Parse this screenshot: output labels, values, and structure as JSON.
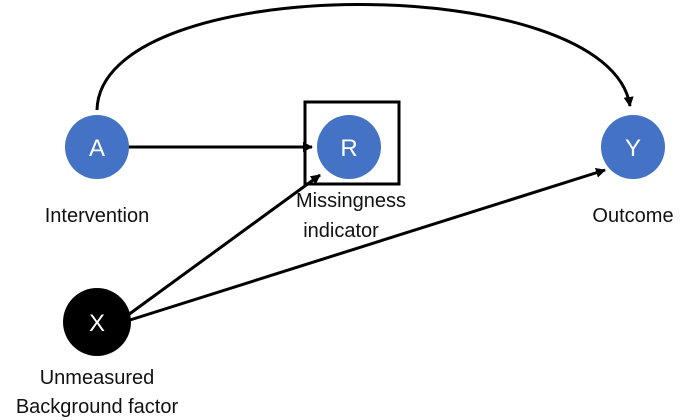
{
  "colors": {
    "node_blue": "#4472C4",
    "node_black": "#000000",
    "edge": "#000000",
    "letter": "#ffffff",
    "caption": "#111111"
  },
  "nodes": {
    "a": {
      "letter": "A",
      "caption": [
        "Intervention"
      ],
      "icon": "circle"
    },
    "r": {
      "letter": "R",
      "caption": [
        "Missingness",
        "indicator"
      ],
      "icon": "circle-in-square"
    },
    "y": {
      "letter": "Y",
      "caption": [
        "Outcome"
      ],
      "icon": "circle"
    },
    "x": {
      "letter": "X",
      "caption": [
        "Unmeasured",
        "Background factor"
      ],
      "icon": "circle"
    }
  },
  "edges": [
    {
      "from": "A",
      "to": "R"
    },
    {
      "from": "A",
      "to": "Y"
    },
    {
      "from": "X",
      "to": "R"
    },
    {
      "from": "X",
      "to": "Y"
    }
  ]
}
